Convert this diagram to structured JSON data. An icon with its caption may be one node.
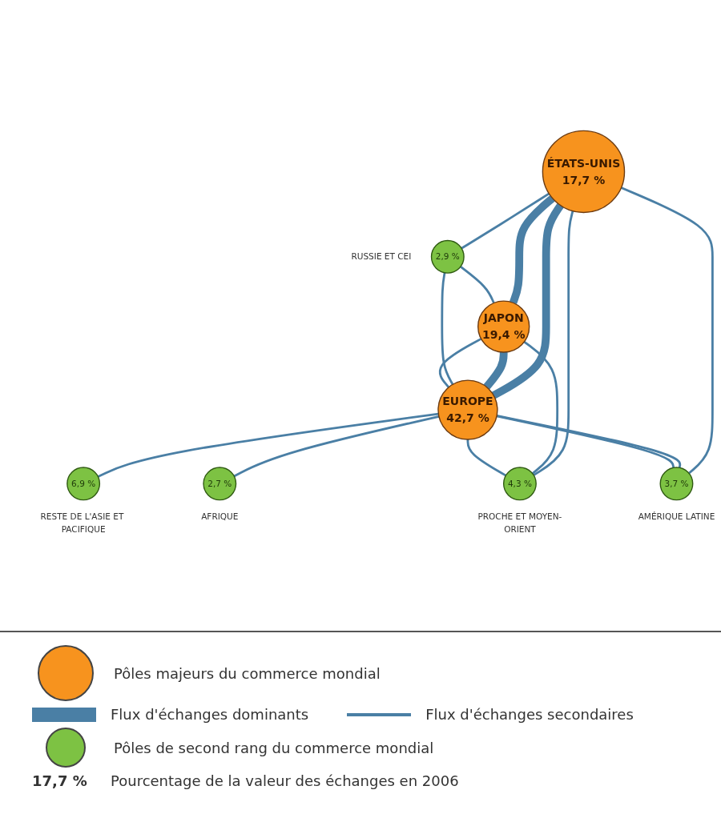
{
  "diagram": {
    "nodes": [
      {
        "text": [
          "ÉTATS-UNIS",
          "17,7 %"
        ]
      },
      {
        "text": [
          "JAPON",
          "19,4 %"
        ]
      },
      {
        "text": [
          "2,9 %"
        ],
        "beside": [
          "RUSSIE ET CEI"
        ]
      },
      {
        "text": [
          "6,9 %"
        ],
        "beside": [
          "RESTE DE L'ASIE ET PACIFIQUE"
        ]
      },
      {
        "text": [
          "EUROPE",
          "42,7 %"
        ]
      },
      {
        "text": [
          "4,3 %"
        ],
        "beside": [
          "PROCHE ET MOYEN-ORIENT"
        ]
      },
      {
        "text": [
          "3,7 %"
        ],
        "beside": [
          "AMÉRIQUE LATINE"
        ]
      },
      {
        "text": [
          "2,7 %"
        ],
        "beside": [
          "AFRIQUE"
        ]
      }
    ],
    "edges": [
      {
        "from": 0,
        "to": 1,
        "arrow": "none",
        "style": "thick"
      },
      {
        "from": 0,
        "to": 4,
        "arrow": "none",
        "style": "thick"
      },
      {
        "from": 1,
        "to": 4,
        "arrow": "none",
        "style": "thick"
      },
      {
        "from": 0,
        "to": 2,
        "arrow": "none"
      },
      {
        "from": 2,
        "to": 1,
        "arrow": "none"
      },
      {
        "from": 2,
        "to": 4,
        "arrow": "none"
      },
      {
        "from": 0,
        "to": 5,
        "arrow": "none"
      },
      {
        "from": 0,
        "to": 6,
        "arrow": "none"
      },
      {
        "from": 1,
        "to": 4,
        "arrow": "none"
      },
      {
        "from": 1,
        "to": 5,
        "arrow": "none"
      },
      {
        "from": 4,
        "to": 3,
        "arrow": "none"
      },
      {
        "from": 4,
        "to": 5,
        "arrow": "none"
      },
      {
        "from": 4,
        "to": 7,
        "arrow": "none"
      },
      {
        "from": 4,
        "to": 6,
        "arrow": "none"
      },
      {
        "from": 4,
        "to": 6,
        "arrow": "none"
      }
    ],
    "labels": [
      "17,7 %"
    ],
    "legend": [
      {
        "text": "Pôles majeurs du commerce mondial",
        "color": "#f7931e"
      },
      {
        "text": "Flux d'échanges dominants"
      },
      {
        "text": "Flux d'échanges secondaires"
      },
      {
        "text": "Pôles de second rang du commerce mondial",
        "color": "#7dc243"
      },
      {
        "text": "Pourcentage de la valeur des échanges en 2006"
      }
    ]
  }
}
